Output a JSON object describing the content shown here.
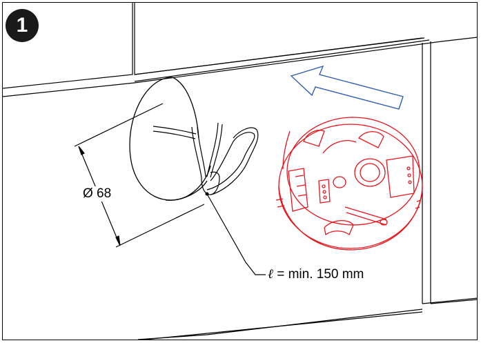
{
  "step": {
    "number": "1"
  },
  "dimension": {
    "label": "Ø 68"
  },
  "cable_length": {
    "symbol": "ℓ",
    "text": "= min. 150 mm"
  },
  "colors": {
    "line": "#000000",
    "box_outline": "#e8141c",
    "arrow": "#2f5fae",
    "badge": "#1a1a1a"
  },
  "icons": {
    "step_badge": "numbered-circle",
    "insert_arrow": "arrow-left-icon",
    "flush_box": "electrical-flush-box"
  }
}
